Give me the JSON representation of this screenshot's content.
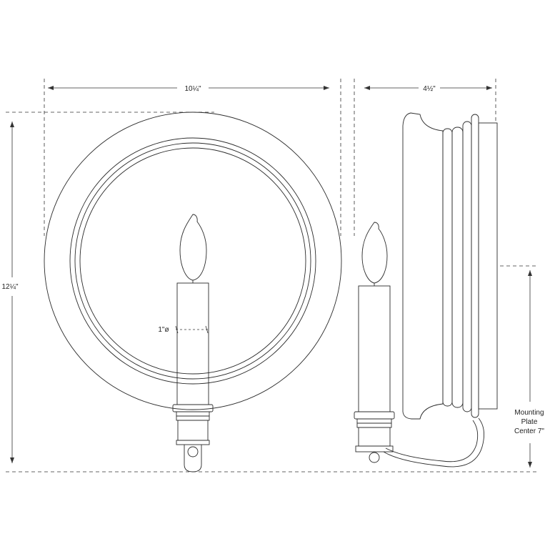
{
  "dimensions": {
    "front_width": "10¼\"",
    "overall_height": "12¼\"",
    "side_depth": "4½\"",
    "candle_diameter": "1\"ø"
  },
  "notes": {
    "mounting_line1": "Mounting",
    "mounting_line2": "Plate",
    "mounting_line3": "Center 7\""
  }
}
